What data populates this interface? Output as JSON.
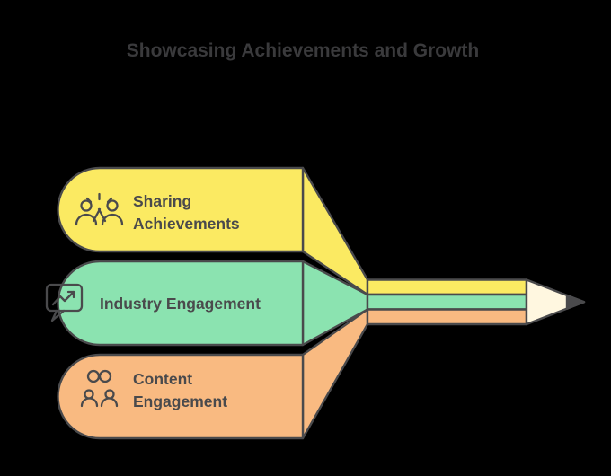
{
  "title": "Showcasing Achievements and Growth",
  "colors": {
    "background": "#000000",
    "outline": "#4A4A4C",
    "yellow": "#FBEA62",
    "green": "#8BE3B0",
    "orange": "#F9BA81",
    "wood": "#FFF7E0",
    "tip": "#4A4A4C",
    "label_text": "#4A4A4C",
    "title_text": "#3A3A3C"
  },
  "banners": [
    {
      "label_lines": [
        "Sharing",
        "Achievements"
      ],
      "icon": "high-five-icon",
      "color": "#FBEA62"
    },
    {
      "label_lines": [
        "Industry Engagement",
        ""
      ],
      "icon": "chat-chart-icon",
      "color": "#8BE3B0"
    },
    {
      "label_lines": [
        "Content",
        "Engagement"
      ],
      "icon": "network-users-icon",
      "color": "#F9BA81"
    }
  ]
}
